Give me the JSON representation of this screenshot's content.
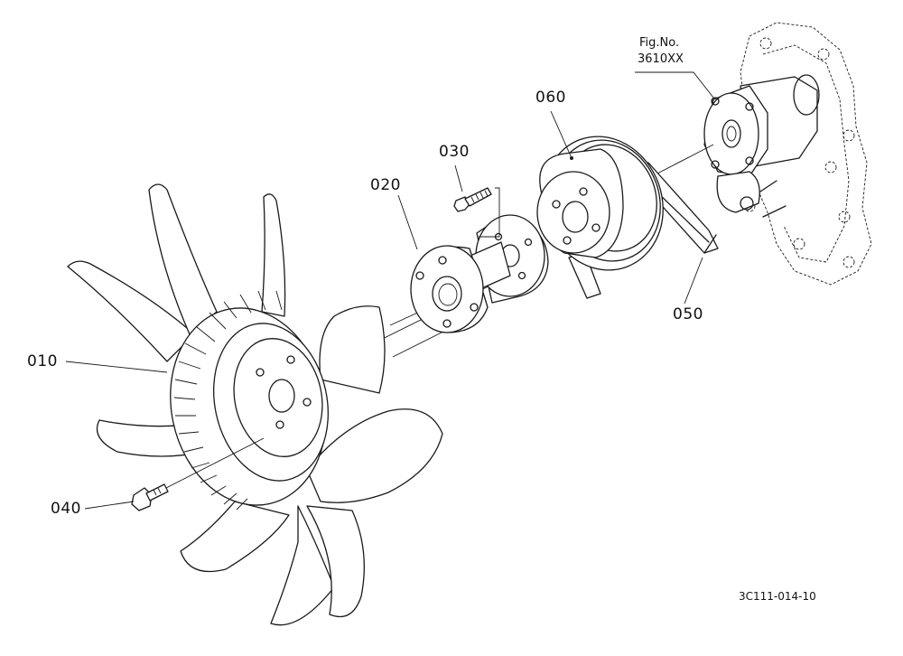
{
  "figure": {
    "reference_title": "Fig.No.",
    "reference_number": "3610XX",
    "drawing_code": "3C111-014-10"
  },
  "parts": [
    {
      "number": "010"
    },
    {
      "number": "020"
    },
    {
      "number": "030"
    },
    {
      "number": "040"
    },
    {
      "number": "050"
    },
    {
      "number": "060"
    }
  ]
}
